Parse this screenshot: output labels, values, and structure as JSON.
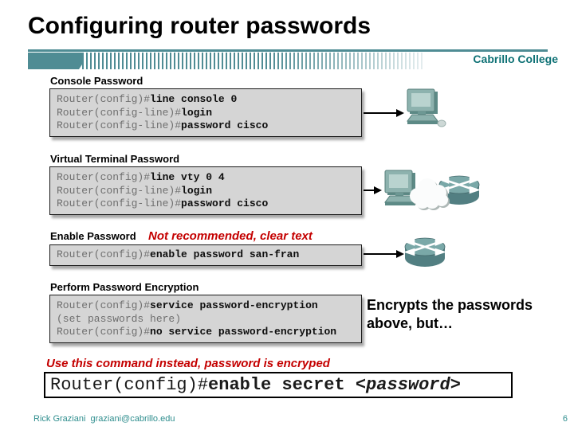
{
  "slide": {
    "title": "Configuring router passwords",
    "brand": "Cabrillo College",
    "footer": {
      "author": "Rick Graziani  graziani@cabrillo.edu",
      "page_number": "6"
    }
  },
  "colors": {
    "banner_teal": "#4f8c94",
    "brand_teal": "#0e7175",
    "warning_red": "#c40000",
    "code_box_bg": "#d5d5d5",
    "prompt_gray": "#6f6f6f"
  },
  "icons": {
    "computer": "computer-icon",
    "cloud": "cloud-icon",
    "router": "router-icon",
    "arrow": "arrow-right-icon"
  },
  "sections": {
    "console": {
      "label": "Console Password",
      "lines": [
        {
          "prompt": "Router(config)#",
          "command": "line console 0"
        },
        {
          "prompt": "Router(config-line)#",
          "command": "login"
        },
        {
          "prompt": "Router(config-line)#",
          "command": "password cisco"
        }
      ]
    },
    "vty": {
      "label": "Virtual Terminal Password",
      "lines": [
        {
          "prompt": "Router(config)#",
          "command": "line vty 0 4"
        },
        {
          "prompt": "Router(config-line)#",
          "command": "login"
        },
        {
          "prompt": "Router(config-line)#",
          "command": "password cisco"
        }
      ]
    },
    "enable": {
      "label": "Enable Password",
      "note": "Not recommended, clear text",
      "lines": [
        {
          "prompt": "Router(config)#",
          "command": "enable password san-fran"
        }
      ]
    },
    "encryption": {
      "label": "Perform Password Encryption",
      "lines": [
        {
          "prompt": "Router(config)#",
          "command": "service password-encryption"
        },
        {
          "prompt": "(set passwords here)",
          "command": ""
        },
        {
          "prompt": "Router(config)#",
          "command": "no service password-encryption"
        }
      ],
      "side_note": "Encrypts the passwords above, but…"
    },
    "secret": {
      "note": "Use this command instead, password is encryped",
      "prompt": "Router(config)#",
      "command": "enable secret ",
      "argument": "<password>"
    }
  }
}
